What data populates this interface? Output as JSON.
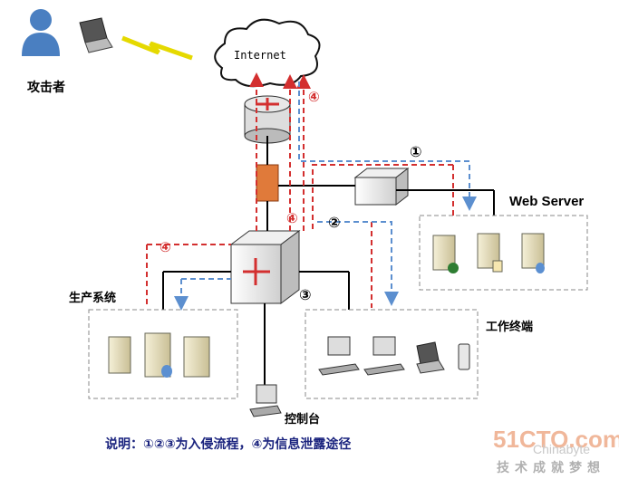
{
  "labels": {
    "attacker": "攻击者",
    "internet": "Internet",
    "web_server": "Web Server",
    "production": "生产系统",
    "workstation": "工作终端",
    "console": "控制台",
    "caption": "说明：①②③为入侵流程，④为信息泄露途径"
  },
  "markers": {
    "m1": "①",
    "m2": "②",
    "m3": "③",
    "m4": "④"
  },
  "watermark": {
    "site": "51CTO.com",
    "partner": "Chinabyte",
    "slogan": "技术成就梦想"
  },
  "colors": {
    "leak_path": "#d32f2f",
    "intrusion_path": "#5c8fcf",
    "wire": "#000000",
    "firewall": "#e07a3a"
  }
}
